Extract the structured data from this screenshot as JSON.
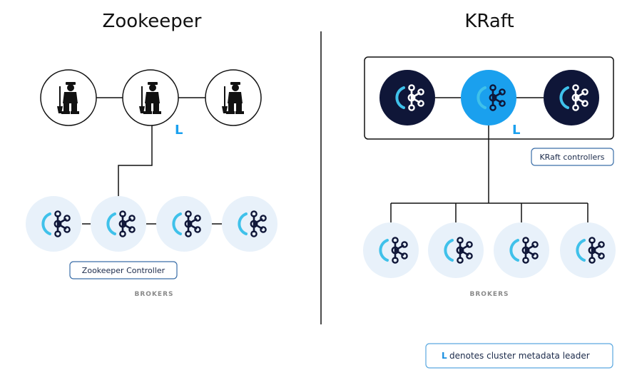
{
  "left_panel": {
    "title": "Zookeeper",
    "leader_marker": "L",
    "controller_label": "Zookeeper Controller",
    "brokers_label": "BROKERS",
    "zookeeper_nodes": [
      {
        "icon": "zookeeper-keeper-icon",
        "is_leader": false
      },
      {
        "icon": "zookeeper-keeper-icon",
        "is_leader": true
      },
      {
        "icon": "zookeeper-keeper-icon",
        "is_leader": false
      }
    ],
    "brokers": [
      {
        "icon": "kafka-broker-icon"
      },
      {
        "icon": "kafka-broker-icon"
      },
      {
        "icon": "kafka-broker-icon"
      },
      {
        "icon": "kafka-broker-icon"
      }
    ]
  },
  "right_panel": {
    "title": "KRaft",
    "leader_marker": "L",
    "controllers_label": "KRaft controllers",
    "brokers_label": "BROKERS",
    "controllers": [
      {
        "icon": "kafka-broker-icon",
        "is_leader": false
      },
      {
        "icon": "kafka-broker-icon",
        "is_leader": true
      },
      {
        "icon": "kafka-broker-icon",
        "is_leader": false
      }
    ],
    "brokers": [
      {
        "icon": "kafka-broker-icon"
      },
      {
        "icon": "kafka-broker-icon"
      },
      {
        "icon": "kafka-broker-icon"
      },
      {
        "icon": "kafka-broker-icon"
      }
    ]
  },
  "legend": {
    "marker": "L",
    "text": "denotes cluster metadata leader"
  },
  "colors": {
    "navy": "#0f1638",
    "leader_blue": "#1aa0ee",
    "broker_bg": "#e8f1fa",
    "accent_cyan": "#3fc1ea"
  }
}
